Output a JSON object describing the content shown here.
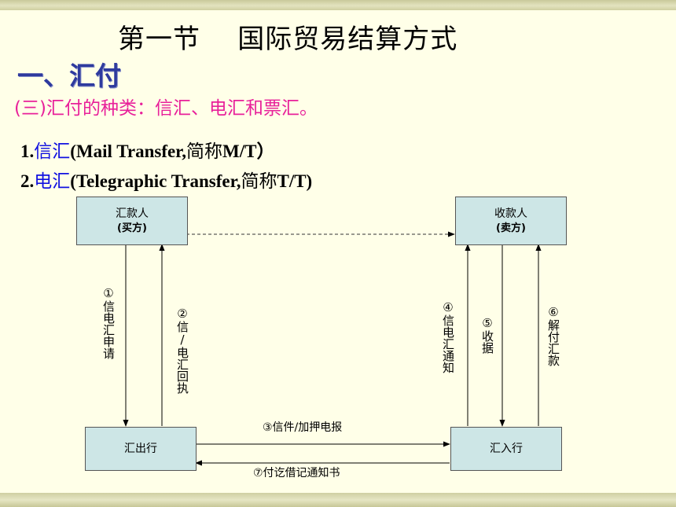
{
  "title": "第一节    国际贸易结算方式",
  "heading": "一、汇付",
  "subheading": "(三)汇付的种类：信汇、电汇和票汇。",
  "items": [
    {
      "num": "1.",
      "cn": "信汇",
      "en": "(Mail Transfer,",
      "cn2": "简称",
      "abbr": "M/T）"
    },
    {
      "num": "2.",
      "cn": "电汇",
      "en": "(Telegraphic Transfer,",
      "cn2": "简称",
      "abbr": "T/T)"
    }
  ],
  "diagram": {
    "remitter": {
      "name": "汇款人",
      "role": "(买方)"
    },
    "payee": {
      "name": "收款人",
      "role": "(卖方)"
    },
    "remitting_bank": "汇出行",
    "paying_bank": "汇入行",
    "steps": {
      "s1": "①信电汇申请",
      "s2": "②信/电汇回执",
      "s3": "③信件/加押电报",
      "s4": "④信电汇通知",
      "s5": "⑤收据",
      "s6": "⑥解付汇款",
      "s7": "⑦付讫借记通知书"
    },
    "colors": {
      "box_fill": "#CDE6E6",
      "heading": "#2E3A9E",
      "subheading": "#E8209A",
      "highlight": "#1010E0"
    }
  }
}
